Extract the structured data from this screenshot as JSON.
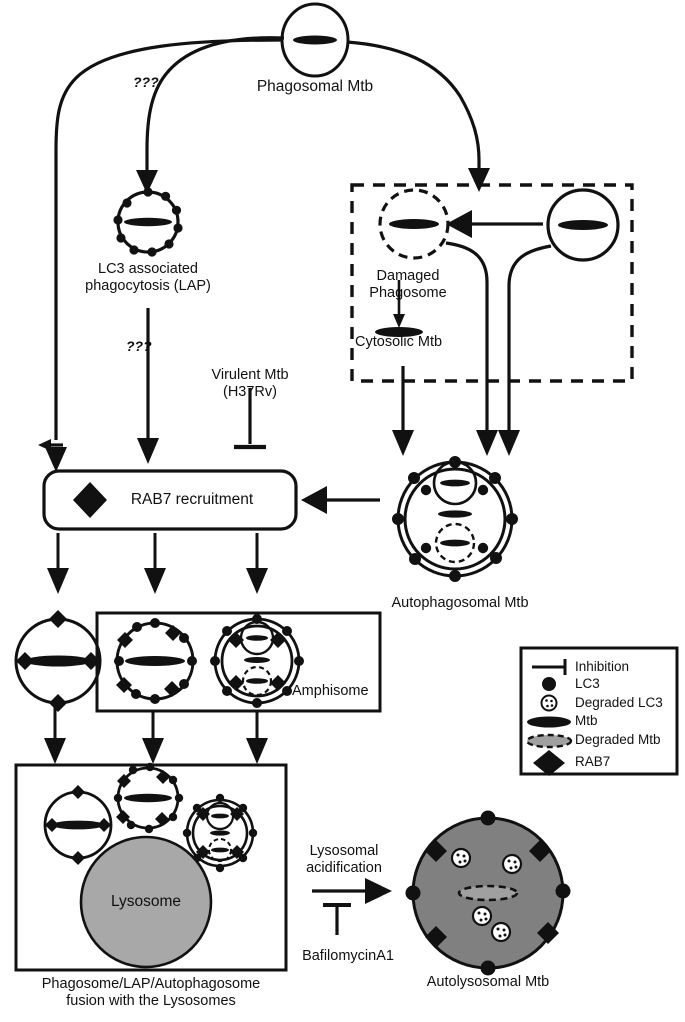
{
  "figure": {
    "title": "Mtb intracellular trafficking pathway diagram",
    "colors": {
      "stroke": "#111111",
      "fill_black": "#111111",
      "lysosome_gray": "#a8a8a8",
      "autolysosome_gray": "#808080",
      "degraded_mtb_gray": "#a0a0a0",
      "background": "#ffffff"
    }
  },
  "nodes": {
    "phagosomal_mtb": {
      "label": "Phagosomal Mtb",
      "plain": "Phagosomal",
      "italic": "Mtb"
    },
    "lap": {
      "line1": "LC3 associated",
      "line2": "phagocytosis (LAP)"
    },
    "damaged_phagosome": {
      "line1": "Damaged",
      "line2": "Phagosome"
    },
    "cytosolic_mtb": {
      "plain": "Cytosolic ",
      "italic": "Mtb"
    },
    "virulent_mtb": {
      "line1_plain": "Virulent ",
      "line1_italic": "Mtb",
      "line2": "(H37Rv)"
    },
    "rab7_box": {
      "label": "RAB7 recruitment"
    },
    "autophagosomal_mtb": {
      "plain": "Autophagosomal ",
      "italic": "Mtb"
    },
    "amphisome": {
      "label": "Amphisome"
    },
    "lysosome": {
      "label": "Lysosome"
    },
    "fusion_box": {
      "line1": "Phagosome/LAP/Autophagosome",
      "line2": "fusion with the Lysosomes"
    },
    "lysosomal_acidification": {
      "line1": "Lysosomal",
      "line2": "acidification"
    },
    "bafilomycin": {
      "label": "BafilomycinA1"
    },
    "autolysosomal_mtb": {
      "plain": "Autolysosomal ",
      "italic": "Mtb"
    }
  },
  "edge_labels": {
    "unknown_left": "???",
    "unknown_lap": "???"
  },
  "legend": {
    "items": [
      {
        "symbol": "inhibition-bar",
        "label": "Inhibition",
        "italic_tail": ""
      },
      {
        "symbol": "lc3-dot",
        "label": "LC3",
        "italic_tail": ""
      },
      {
        "symbol": "degraded-lc3-dot",
        "label": "Degraded LC3",
        "italic_tail": ""
      },
      {
        "symbol": "mtb-ellipse",
        "label": "Mtb",
        "italic_tail": ""
      },
      {
        "symbol": "degraded-mtb-ellipse",
        "label": "Degraded ",
        "italic_tail": "Mtb"
      },
      {
        "symbol": "rab7-diamond",
        "label": "RAB7",
        "italic_tail": ""
      }
    ]
  }
}
